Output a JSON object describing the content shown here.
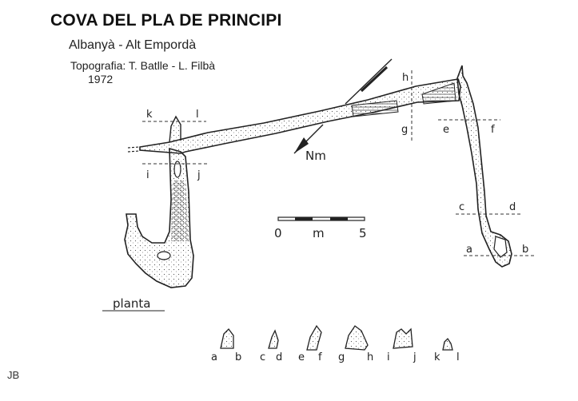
{
  "title": "COVA DEL PLA DE PRINCIPI",
  "location": "Albanyà - Alt Empordà",
  "credits": "Topografia: T. Batlle - L. Filbà",
  "year": "1972",
  "north_label": "Nm",
  "plan_label": "planta",
  "scale": {
    "start": "0",
    "unit": "m",
    "end": "5"
  },
  "section_labels": {
    "a": "a",
    "b": "b",
    "c": "c",
    "d": "d",
    "e": "e",
    "f": "f",
    "g": "g",
    "h": "h",
    "i": "i",
    "j": "j",
    "k": "k",
    "l": "l"
  },
  "signature": "JB"
}
